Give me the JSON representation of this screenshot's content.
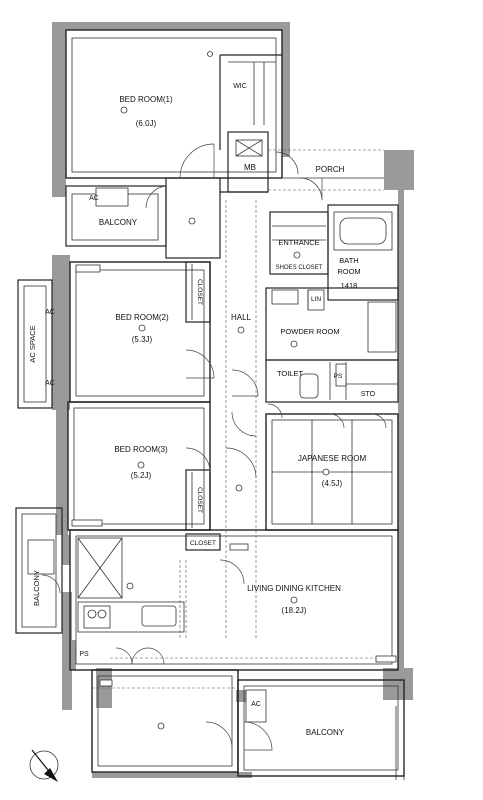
{
  "rooms": {
    "bed1": {
      "name": "BED ROOM(1)",
      "size": "(6.0J)"
    },
    "wic": {
      "name": "WIC"
    },
    "mb": {
      "name": "MB"
    },
    "porch": {
      "name": "PORCH"
    },
    "balcony_top": {
      "name": "BALCONY",
      "ac": "AC"
    },
    "entrance": {
      "name": "ENTRANCE"
    },
    "shoes_closet": {
      "name": "SHOES CLOSET"
    },
    "bath": {
      "line1": "BATH",
      "line2": "ROOM",
      "code": "1418"
    },
    "bed2": {
      "name": "BED ROOM(2)",
      "size": "(5.3J)"
    },
    "closet_a": {
      "name": "CLOSET"
    },
    "hall": {
      "name": "HALL"
    },
    "lin": {
      "name": "LIN"
    },
    "powder": {
      "name": "POWDER ROOM"
    },
    "ac_space": {
      "name": "AC SPACE",
      "ac_top": "AC",
      "ac_bottom": "AC"
    },
    "toilet": {
      "name": "TOILET"
    },
    "ps_a": {
      "name": "PS"
    },
    "sto": {
      "name": "STO"
    },
    "bed3": {
      "name": "BED ROOM(3)",
      "size": "(5.2J)"
    },
    "closet_b": {
      "name": "CLOSET"
    },
    "japanese": {
      "name": "JAPANESE ROOM",
      "size": "(4.5J)"
    },
    "closet_c": {
      "name": "CLOSET"
    },
    "ldk": {
      "name": "LIVING DINING KITCHEN",
      "size": "(18.2J)"
    },
    "balcony_left": {
      "name": "BALCONY"
    },
    "ps_b": {
      "name": "PS"
    },
    "balcony_bottom": {
      "name": "BALCONY",
      "ac": "AC"
    }
  },
  "icons": {
    "north": "north-arrow-icon",
    "light": "ceiling-light-icon",
    "outlet": "outlet-icon"
  },
  "colors": {
    "wall": "#9a9a9a",
    "line": "#222222",
    "background": "#ffffff"
  }
}
